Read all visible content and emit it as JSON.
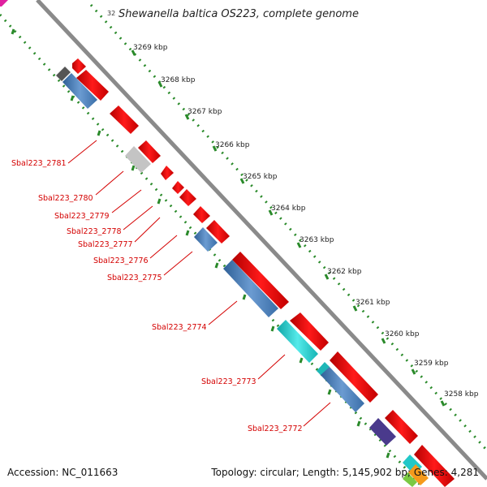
{
  "title": "Shewanella baltica OS223, complete genome",
  "edge_tick_label": "32",
  "kbp_labels": [
    "3269 kbp",
    "3268 kbp",
    "3267 kbp",
    "3266 kbp",
    "3265 kbp",
    "3264 kbp",
    "3263 kbp",
    "3262 kbp",
    "3261 kbp",
    "3260 kbp",
    "3259 kbp",
    "3258 kbp"
  ],
  "gene_labels": [
    "Sbal223_2781",
    "Sbal223_2780",
    "Sbal223_2779",
    "Sbal223_2778",
    "Sbal223_2777",
    "Sbal223_2776",
    "Sbal223_2775",
    "Sbal223_2774",
    "Sbal223_2773",
    "Sbal223_2772"
  ],
  "footer": {
    "accession": "Accession: NC_011663",
    "summary": "Topology: circular; Length: 5,145,902 bp; Genes: 4,281"
  },
  "colors": {
    "forward_strand": "#ff0000",
    "reverse_steelblue": "#4a7fb8",
    "reverse_gray": "#c0c0c0",
    "reverse_darkgray": "#666666",
    "cyan": "#22c8c8",
    "purple": "#4a3a8c",
    "backbone": "#888888",
    "ticks": "#2a8a2a",
    "labels": "#d40000"
  }
}
